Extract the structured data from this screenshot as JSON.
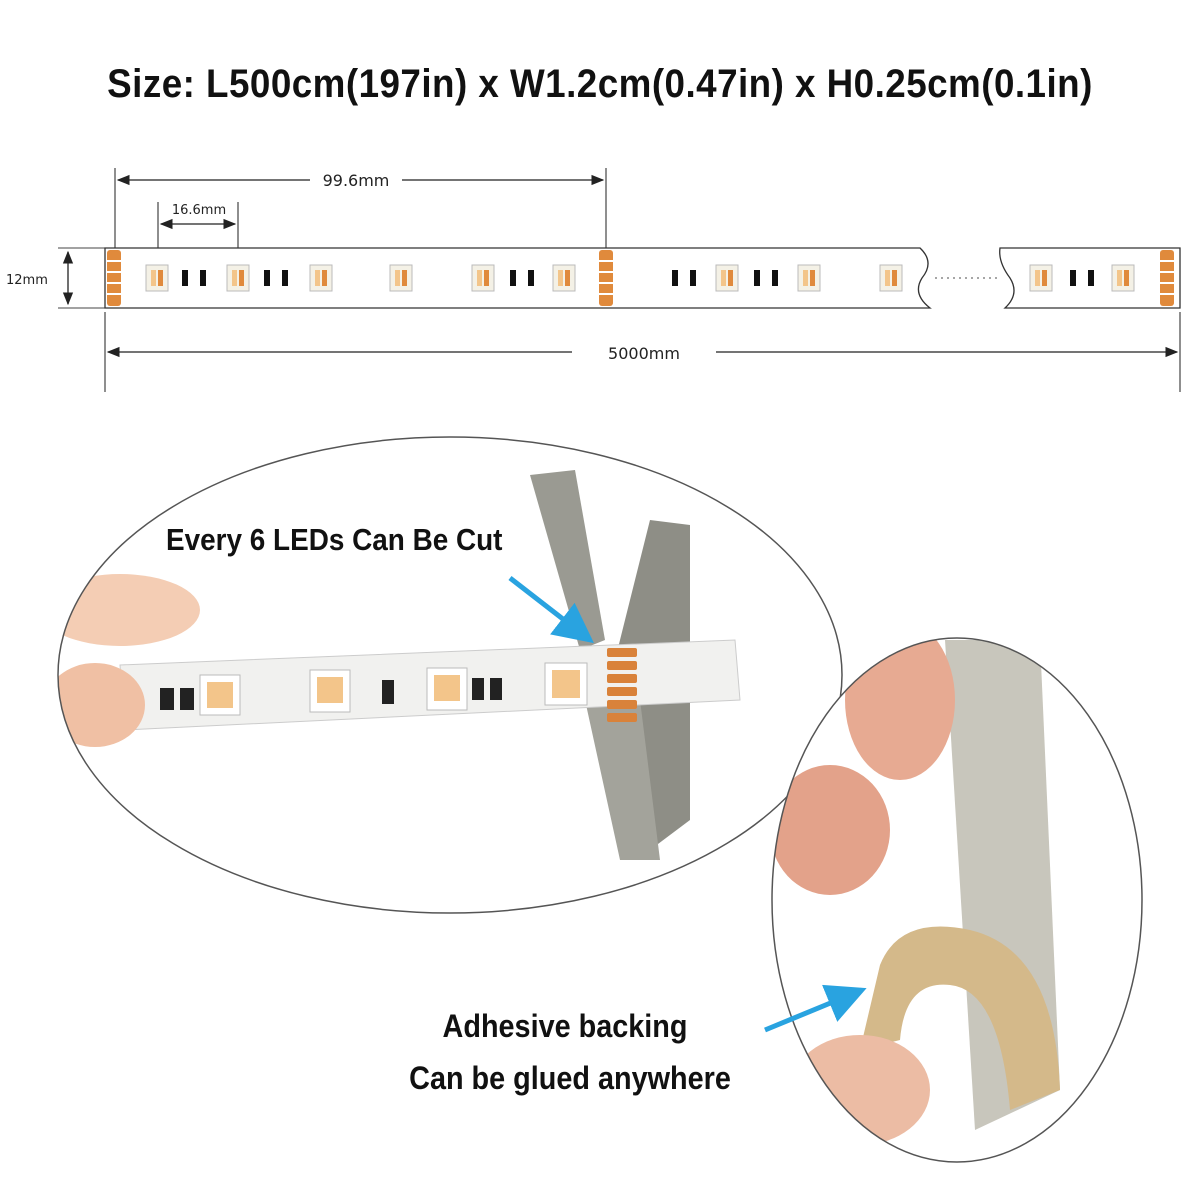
{
  "title": "Size: L500cm(197in) x W1.2cm(0.47in) x H0.25cm(0.1in)",
  "dimensions": {
    "segment_length": "99.6mm",
    "led_pitch": "16.6mm",
    "strip_width": "12mm",
    "total_length": "5000mm"
  },
  "callouts": {
    "cut": "Every 6 LEDs Can Be Cut",
    "adhesive_line1": "Adhesive backing",
    "adhesive_line2": "Can be glued anywhere"
  },
  "colors": {
    "pad": "#e08a3c",
    "arrow": "#29a3e0",
    "led_warm": "#f3c58a",
    "led_cool": "#f4f1e6",
    "strip": "#ffffff",
    "outline": "#333333"
  }
}
